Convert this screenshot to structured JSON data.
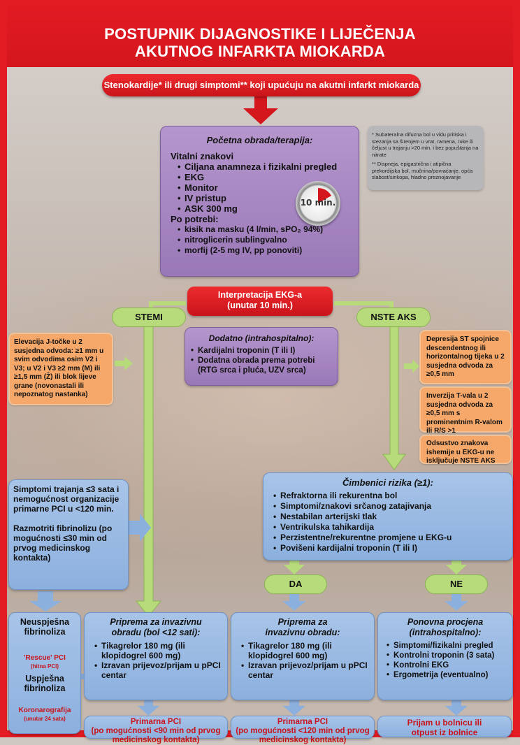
{
  "title_line1": "POSTUPNIK DIJAGNOSTIKE I LIJEČENJA",
  "title_line2": "AKUTNOG INFARKTA MIOKARDA",
  "top_pill": "Stenokardije* ili drugi simptomi** koji upućuju na akutni infarkt miokarda",
  "initial": {
    "heading": "Početna obrada/terapija:",
    "vital": "Vitalni znakovi",
    "vital_items": [
      "Ciljana anamneza i fizikalni pregled",
      "EKG",
      "Monitor",
      "IV pristup",
      "ASK 300 mg"
    ],
    "po_potrebi": "Po potrebi:",
    "po_items": [
      "kisik na masku (4 l/min, sPO₂ 94%)",
      "nitroglicerin sublingvalno",
      "morfij (2-5 mg IV, pp ponoviti)"
    ],
    "timer_label": "10 min."
  },
  "notes": {
    "n1": "* Subateralna difuzna bol u vidu pritiska i stezanja sa širenjem u vrat, ramena, ruke ili čeljust u trajanju >20 min. i bez popuštanja na nitrate",
    "n2": "** Dispneja, epigastrična i atipična prekordijska bol, mučnina/povraćanje, opća slabost/sinkopa, hladno preznojavanje"
  },
  "ekg": {
    "line1": "Interpretacija EKG-a",
    "line2": "(unutar 10 min.)"
  },
  "stemi_label": "STEMI",
  "nste_label": "NSTE AKS",
  "stemi_criteria": "Elevacija J-točke u 2 susjedna odvoda: ≥1 mm u svim odvodima osim V2 i V3; u V2 i V3 ≥2 mm (M) ili ≥1,5 mm (Ž) ili blok lijeve grane (novonastali ili nepoznatog nastanka)",
  "additional": {
    "heading": "Dodatno (intrahospitalno):",
    "items": [
      "Kardijalni troponin (T ili I)",
      "Dodatna obrada prema potrebi (RTG srca i pluća, UZV srca)"
    ]
  },
  "nste_criteria": [
    "Depresija ST spojnice descendentnog ili horizontalnog tijeka u 2 susjedna odvoda za ≥0,5 mm",
    "Inverzija T-vala u 2 susjedna odvoda za ≥0,5 mm s prominentnim R-valom ili R/S >1",
    "Odsustvo znakova ishemije u EKG-u ne isključuje NSTE AKS"
  ],
  "left_box": {
    "p1": "Simptomi trajanja ≤3 sata i nemogućnost organizacije primarne PCI u <120 min.",
    "p2": "Razmotriti fibrinolizu (po mogućnosti ≤30 min od prvog medicinskog kontakta)"
  },
  "risk": {
    "heading": "Čimbenici rizika (≥1):",
    "items": [
      "Refraktorna ili rekurentna bol",
      "Simptomi/znakovi srčanog zatajivanja",
      "Nestabilan arterijski tlak",
      "Ventrikulska tahikardija",
      "Perzistentne/rekurentne promjene u EKG-u",
      "Povišeni kardijalni troponin (T ili I)"
    ]
  },
  "da_label": "DA",
  "ne_label": "NE",
  "fibrin": {
    "fail": "Neuspješna fibrinoliza",
    "rescue": "'Rescue' PCI",
    "rescue_sub": "(hitna PCI)",
    "success": "Uspješna fibrinoliza",
    "koro": "Koronarografija",
    "koro_sub": "(unutar 24 sata)"
  },
  "prep1": {
    "heading": "Priprema za invazivnu obradu (bol <12 sati):",
    "items": [
      "Tikagrelor 180 mg (ili klopidogrel 600 mg)",
      "Izravan prijevoz/prijam u pPCI centar"
    ]
  },
  "prep2": {
    "heading": "Priprema za invazivnu obradu:",
    "items": [
      "Tikagrelor 180 mg (ili klopidogrel 600 mg)",
      "Izravan prijevoz/prijam u pPCI centar"
    ]
  },
  "reassess": {
    "heading": "Ponovna procjena (intrahospitalno):",
    "items": [
      "Simptomi/fizikalni pregled",
      "Kontrolni troponin (3 sata)",
      "Kontrolni EKG",
      "Ergometrija (eventualno)"
    ]
  },
  "pci1": {
    "line1": "Primarna PCI",
    "line2": "(po mogućnosti <90 min od prvog medicinskog kontakta)"
  },
  "pci2": {
    "line1": "Primarna PCI",
    "line2": "(po mogućnosti <120 min od prvog medicinskog kontakta)"
  },
  "admit": "Prijam u bolnicu ili otpust iz bolnice"
}
